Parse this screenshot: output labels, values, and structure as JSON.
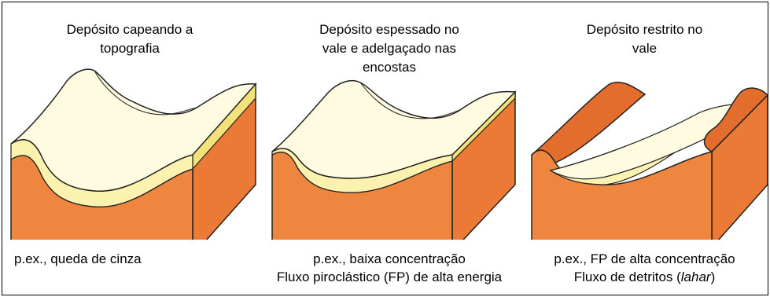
{
  "panels": [
    {
      "title_lines": [
        "Depósito capeando a",
        "topografia"
      ],
      "caption_lines": [
        "p.ex., queda de cinza"
      ]
    },
    {
      "title_lines": [
        "Depósito espessado no",
        "vale e adelgaçado nas",
        "encostas"
      ],
      "caption_lines": [
        "p.ex., baixa concentração",
        "Fluxo piroclástico (FP) de alta energia"
      ]
    },
    {
      "title_lines": [
        "Depósito restrito no",
        "vale"
      ],
      "caption_lines": [
        "p.ex., FP de alta concentração",
        "Fluxo de detritos (",
        "lahar",
        ")"
      ]
    }
  ],
  "colors": {
    "deposit": "#fbf2b0",
    "deposit_highlight": "#fffbe0",
    "deposit_side": "#f3e27a",
    "rock": "#ee8640",
    "rock_top": "#e36d2c",
    "outline": "#222222"
  }
}
